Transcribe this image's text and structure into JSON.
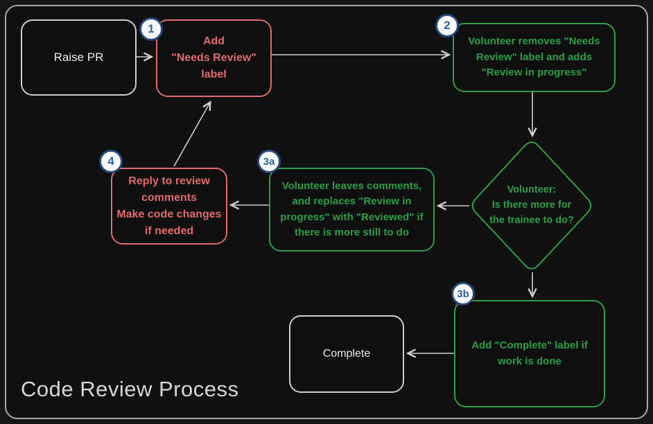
{
  "title": "Code Review Process",
  "colors": {
    "background": "#101010",
    "frame_border": "#a9a9a9",
    "red_accent": "#e06b6e",
    "green_accent": "#2f9e4a",
    "neutral_accent": "#cfcfcf",
    "arrow": "#d0d0d0",
    "badge_fill": "#f7f9fb",
    "badge_border": "#27497a",
    "badge_text": "#2f6398"
  },
  "nodes": {
    "raise_pr": {
      "label": "Raise PR"
    },
    "add_needs_review": {
      "badge": "1",
      "label": "Add\n\"Needs Review\"\nlabel"
    },
    "volunteer_removes": {
      "badge": "2",
      "label": "Volunteer removes \"Needs\nReview\" label and adds\n\"Review in progress\""
    },
    "decision": {
      "label": "Volunteer:\nIs there more for\nthe trainee to do?"
    },
    "volunteer_leaves": {
      "badge": "3a",
      "label": "Volunteer leaves comments,\nand replaces \"Review in\nprogress\" with \"Reviewed\" if\nthere is more still to do"
    },
    "reply_to_review": {
      "badge": "4",
      "label": "Reply to review\ncomments\nMake code changes\nif needed"
    },
    "add_complete": {
      "badge": "3b",
      "label": "Add \"Complete\" label if\nwork is done"
    },
    "complete": {
      "label": "Complete"
    }
  }
}
